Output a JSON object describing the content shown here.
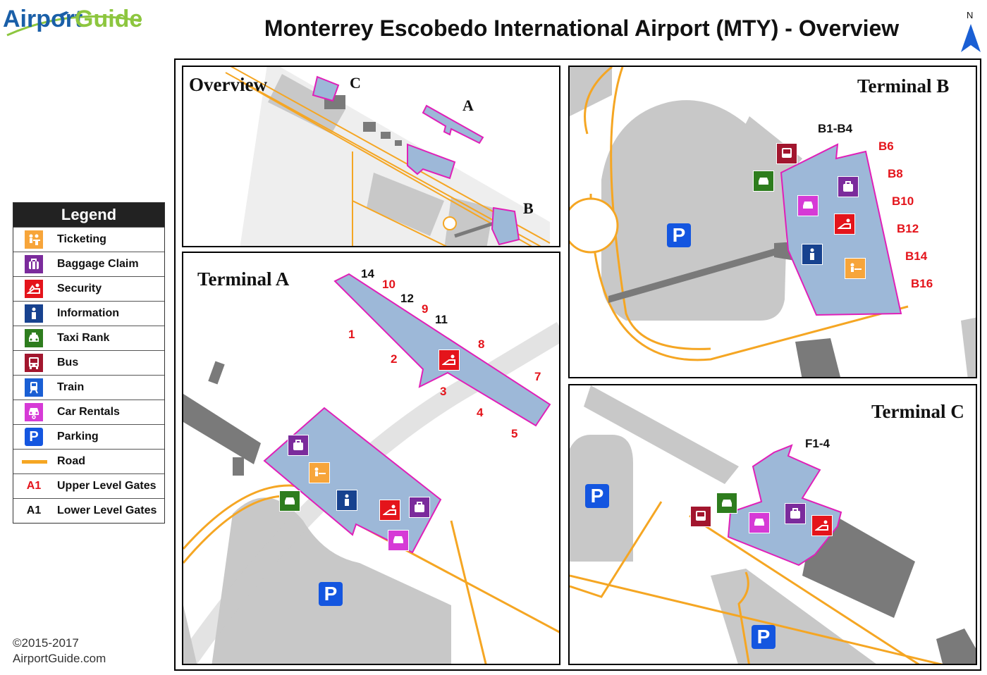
{
  "header": {
    "logo_text_a": "Airport",
    "logo_text_b": "Guide",
    "title": "Monterrey Escobedo International Airport (MTY) - Overview",
    "north_label": "N"
  },
  "legend": {
    "title": "Legend",
    "items": [
      {
        "label": "Ticketing",
        "icon": "ticketing-icon",
        "color": "#f7a53a"
      },
      {
        "label": "Baggage Claim",
        "icon": "baggage-claim-icon",
        "color": "#7b2b9c"
      },
      {
        "label": "Security",
        "icon": "security-icon",
        "color": "#e4141b"
      },
      {
        "label": "Information",
        "icon": "information-icon",
        "color": "#17428f"
      },
      {
        "label": "Taxi Rank",
        "icon": "taxi-icon",
        "color": "#2e7d1e"
      },
      {
        "label": "Bus",
        "icon": "bus-icon",
        "color": "#a2162e"
      },
      {
        "label": "Train",
        "icon": "train-icon",
        "color": "#1a5fd4"
      },
      {
        "label": "Car Rentals",
        "icon": "car-rental-icon",
        "color": "#d63ad6"
      },
      {
        "label": "Parking",
        "icon": "parking-icon",
        "color": "#1456e0"
      },
      {
        "label": "Road",
        "icon": "road-swatch",
        "color": "#f5a623"
      },
      {
        "label": "Upper Level Gates",
        "sample": "A1",
        "color": "#e4141b"
      },
      {
        "label": "Lower Level Gates",
        "sample": "A1",
        "color": "#111111"
      }
    ]
  },
  "copyright": {
    "line1": "©2015-2017",
    "line2": "AirportGuide.com"
  },
  "panels": {
    "overview": {
      "title": "Overview",
      "labels": {
        "a": "A",
        "b": "B",
        "c": "C"
      }
    },
    "terminal_a": {
      "title": "Terminal A",
      "parking_label": "P",
      "gates_upper": [
        "10",
        "9",
        "8",
        "7",
        "1",
        "2",
        "3",
        "4",
        "5"
      ],
      "gates_lower": [
        "14",
        "12",
        "11"
      ]
    },
    "terminal_b": {
      "title": "Terminal B",
      "parking_label": "P",
      "gates_lower": [
        "B1-B4"
      ],
      "gates_upper": [
        "B6",
        "B8",
        "B10",
        "B12",
        "B14",
        "B16"
      ]
    },
    "terminal_c": {
      "title": "Terminal C",
      "parking_label": "P",
      "gates_lower": [
        "F1-4"
      ]
    }
  },
  "colors": {
    "terminal_fill": "#9db8d8",
    "terminal_outline": "#e01fb8",
    "ground": "#c8c8c8",
    "road": "#f5a623",
    "upper_gate": "#e4141b"
  }
}
